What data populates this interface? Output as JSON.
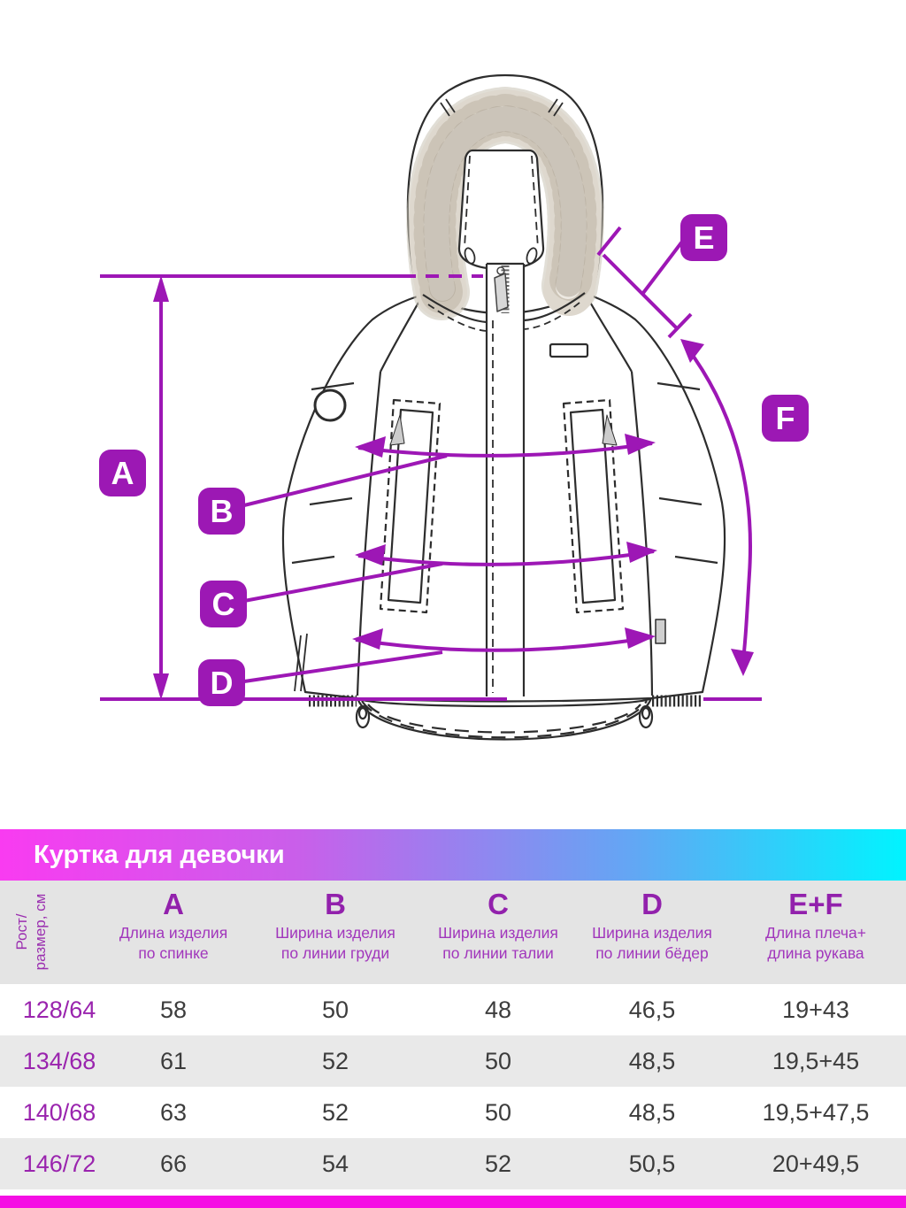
{
  "title_bar": {
    "title": "Куртка для девочки"
  },
  "diagram": {
    "badges": {
      "a": "A",
      "b": "B",
      "c": "C",
      "d": "D",
      "e": "E",
      "f": "F"
    }
  },
  "table": {
    "corner": {
      "line1": "Рост/",
      "line2": "размер, см"
    },
    "columns": [
      {
        "letter": "A",
        "desc1": "Длина изделия",
        "desc2": "по спинке"
      },
      {
        "letter": "B",
        "desc1": "Ширина изделия",
        "desc2": "по линии груди"
      },
      {
        "letter": "C",
        "desc1": "Ширина изделия",
        "desc2": "по линии талии"
      },
      {
        "letter": "D",
        "desc1": "Ширина изделия",
        "desc2": "по линии бёдер"
      },
      {
        "letter": "E+F",
        "desc1": "Длина плеча+",
        "desc2": "длина рукава"
      }
    ],
    "rows": [
      {
        "size": "128/64",
        "values": [
          "58",
          "50",
          "48",
          "46,5",
          "19+43"
        ]
      },
      {
        "size": "134/68",
        "values": [
          "61",
          "52",
          "50",
          "48,5",
          "19,5+45"
        ]
      },
      {
        "size": "140/68",
        "values": [
          "63",
          "52",
          "50",
          "48,5",
          "19,5+47,5"
        ]
      },
      {
        "size": "146/72",
        "values": [
          "66",
          "54",
          "52",
          "50,5",
          "20+49,5"
        ]
      }
    ]
  },
  "colors": {
    "accent_purple": "#9D17B5",
    "header_gradient_left": "#F93BF1",
    "header_gradient_right": "#00F4FF",
    "bottom_bar": "#F50EE4",
    "table_band_gray": "#E4E4E4",
    "row_alt_gray": "#E9E9E9"
  }
}
